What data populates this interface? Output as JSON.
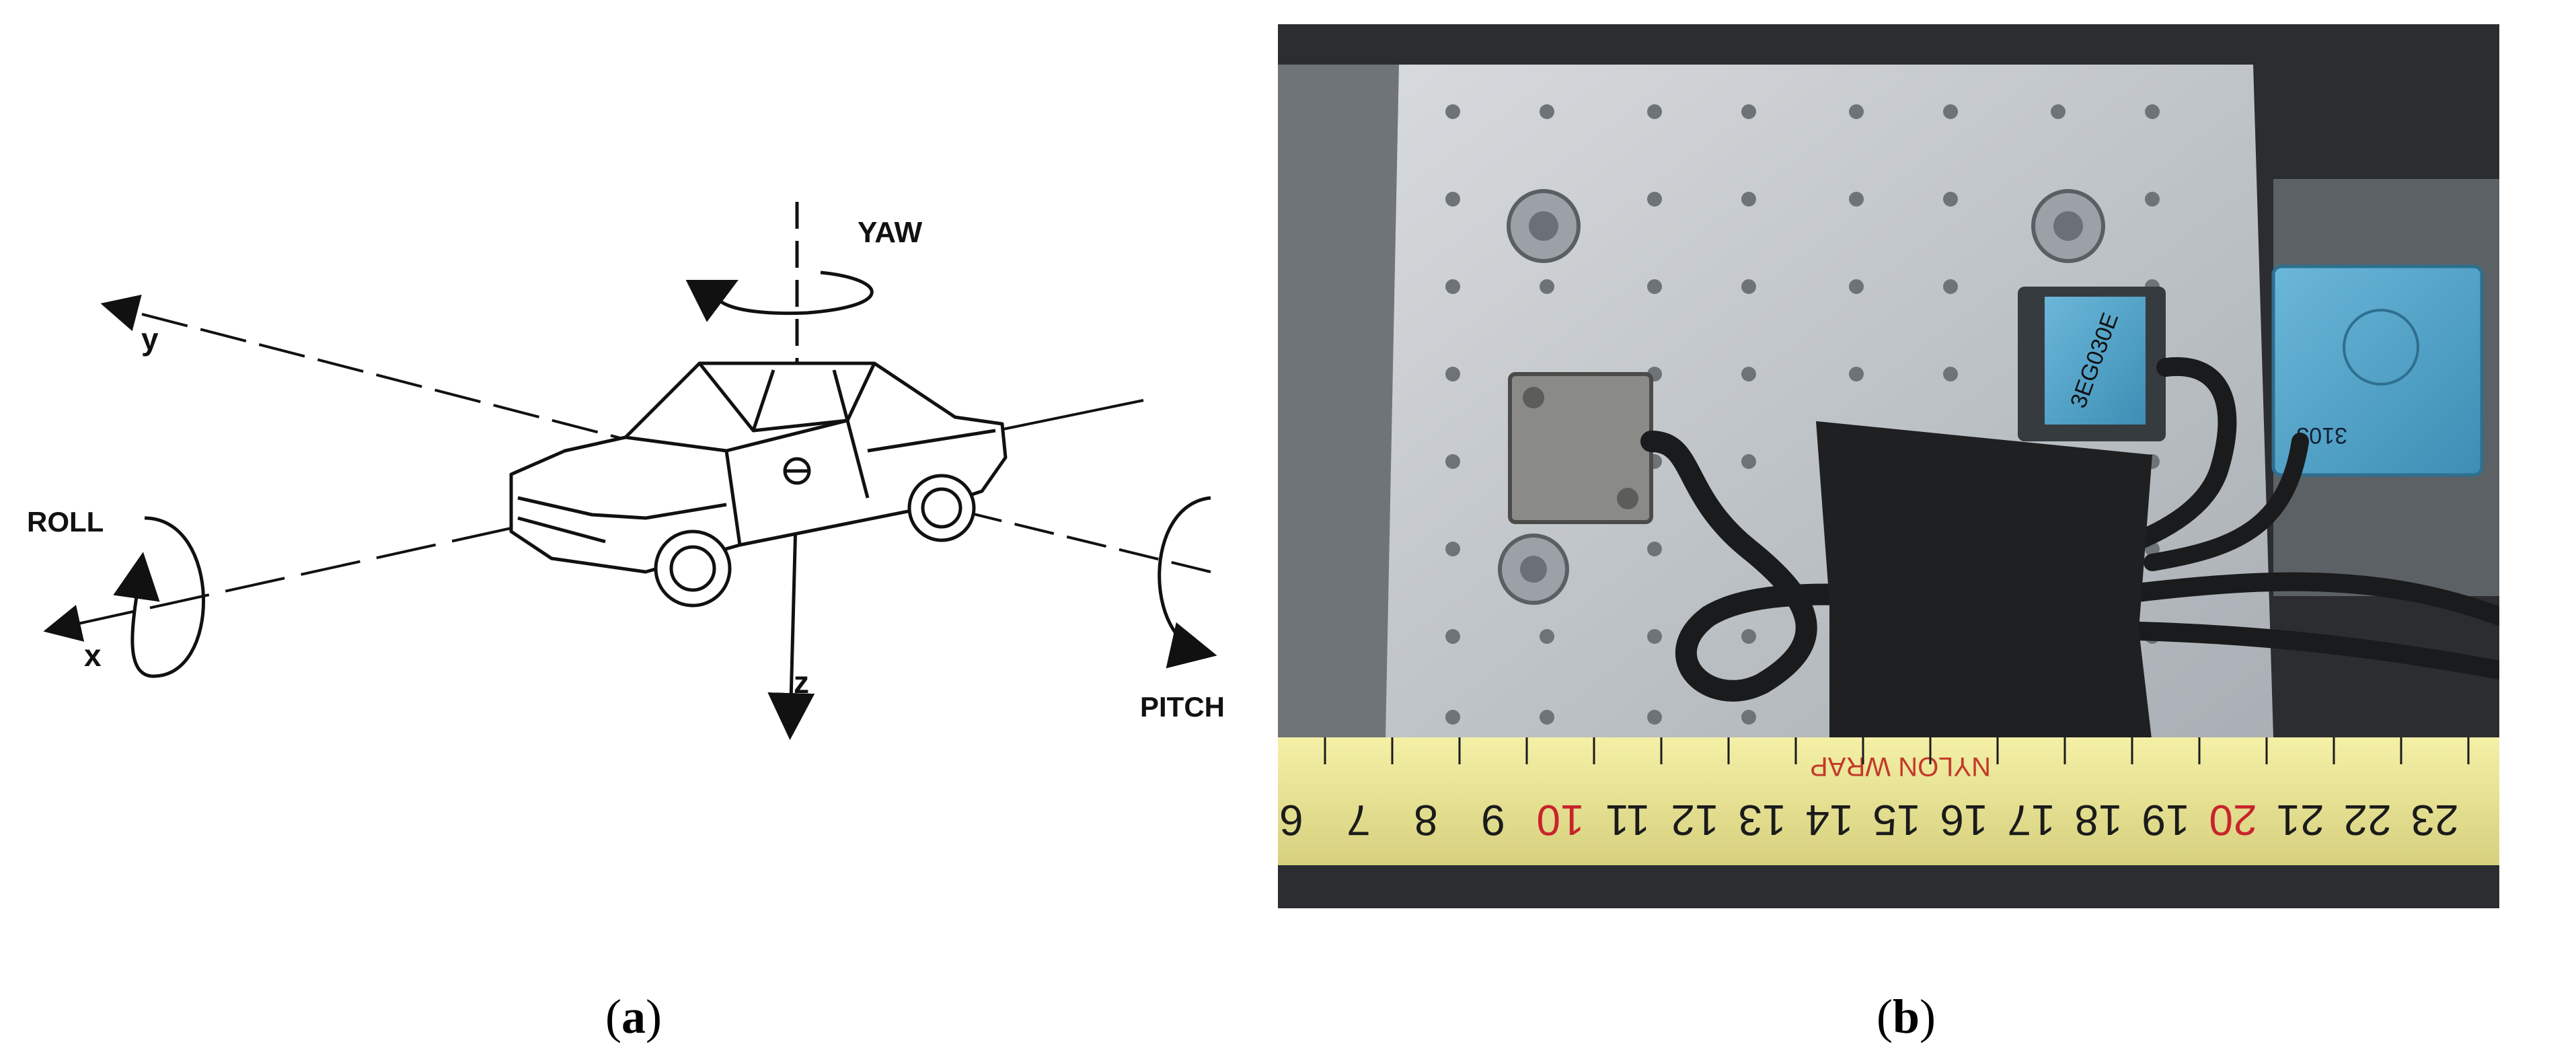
{
  "panel_a": {
    "labels": {
      "yaw": "YAW",
      "roll": "ROLL",
      "pitch": "PITCH",
      "x": "x",
      "y": "y",
      "z": "z"
    },
    "caption_letter": "a"
  },
  "panel_b": {
    "sensor_mid_label": "3EG030E",
    "sensor_right_label": "3103",
    "tape_text": "NYLON WRAP",
    "ruler_numbers": [
      "6",
      "7",
      "8",
      "9",
      "10",
      "11",
      "12",
      "13",
      "14",
      "15",
      "16",
      "17",
      "18",
      "19",
      "20",
      "21",
      "22",
      "23"
    ],
    "caption_letter": "b"
  }
}
